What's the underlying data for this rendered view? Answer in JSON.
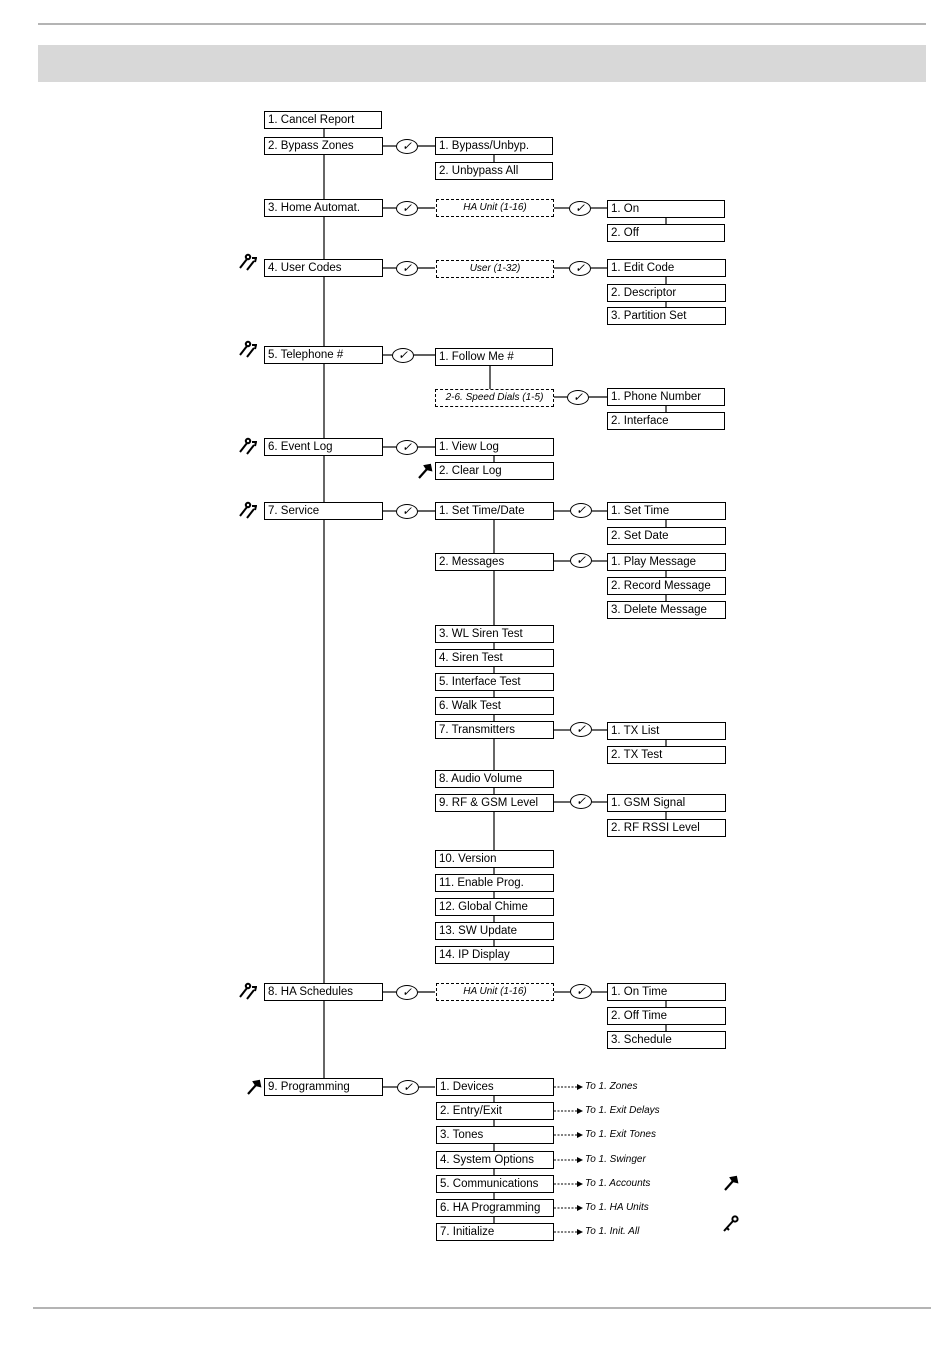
{
  "menu": {
    "cancel_report": "1. Cancel Report",
    "bypass_zones": "2. Bypass Zones",
    "home_automat": "3. Home Automat.",
    "user_codes": "4. User Codes",
    "telephone": "5. Telephone #",
    "event_log": "6. Event Log",
    "service": "7. Service",
    "ha_schedules": "8. HA Schedules",
    "programming": "9. Programming"
  },
  "bypass": {
    "bypass_unbyp": "1. Bypass/Unbyp.",
    "unbypass_all": "2. Unbypass All"
  },
  "home_automation": {
    "unit_select": "HA Unit (1-16)",
    "on": "1. On",
    "off": "2. Off"
  },
  "user_codes": {
    "user_select": "User (1-32)",
    "edit_code": "1. Edit Code",
    "descriptor": "2. Descriptor",
    "partition_set": "3. Partition Set"
  },
  "telephone": {
    "follow_me": "1. Follow Me #",
    "speed_dials": "2-6. Speed Dials (1-5)",
    "phone_number": "1. Phone Number",
    "interface": "2. Interface"
  },
  "event_log": {
    "view_log": "1. View Log",
    "clear_log": "2. Clear Log"
  },
  "service": {
    "set_time_date": "1. Set Time/Date",
    "set_time": "1. Set Time",
    "set_date": "2. Set Date",
    "messages": "2. Messages",
    "play_message": "1. Play Message",
    "record_message": "2. Record Message",
    "delete_message": "3. Delete Message",
    "wl_siren_test": "3. WL Siren Test",
    "siren_test": "4. Siren Test",
    "interface_test": "5. Interface Test",
    "walk_test": "6. Walk Test",
    "transmitters": "7. Transmitters",
    "tx_list": "1. TX List",
    "tx_test": "2. TX Test",
    "audio_volume": "8. Audio Volume",
    "rf_gsm_level": "9. RF & GSM Level",
    "gsm_signal": "1. GSM Signal",
    "rf_rssi_level": "2. RF RSSI Level",
    "version": "10. Version",
    "enable_prog": "11. Enable Prog.",
    "global_chime": "12. Global Chime",
    "sw_update": "13. SW Update",
    "ip_display": "14. IP Display"
  },
  "ha_schedules": {
    "unit_select": "HA Unit (1-16)",
    "on_time": "1. On Time",
    "off_time": "2. Off Time",
    "schedule": "3. Schedule"
  },
  "programming": {
    "devices": "1. Devices",
    "entry_exit": "2. Entry/Exit",
    "tones": "3. Tones",
    "system_options": "4. System Options",
    "communications": "5. Communications",
    "ha_programming": "6. HA Programming",
    "initialize": "7. Initialize",
    "to_zones": "To 1. Zones",
    "to_exit_delays": "To 1. Exit Delays",
    "to_exit_tones": "To 1. Exit Tones",
    "to_swinger": "To 1. Swinger",
    "to_accounts": "To 1. Accounts",
    "to_ha_units": "To 1. HA Units",
    "to_init_all": "To 1. Init. All"
  },
  "symbols": {
    "ok": "✓",
    "check_icon": "check-icon",
    "wrench_icon": "wrench-icon",
    "key_icon": "key-icon",
    "key_wrench_icon": "key-wrench-icon"
  }
}
